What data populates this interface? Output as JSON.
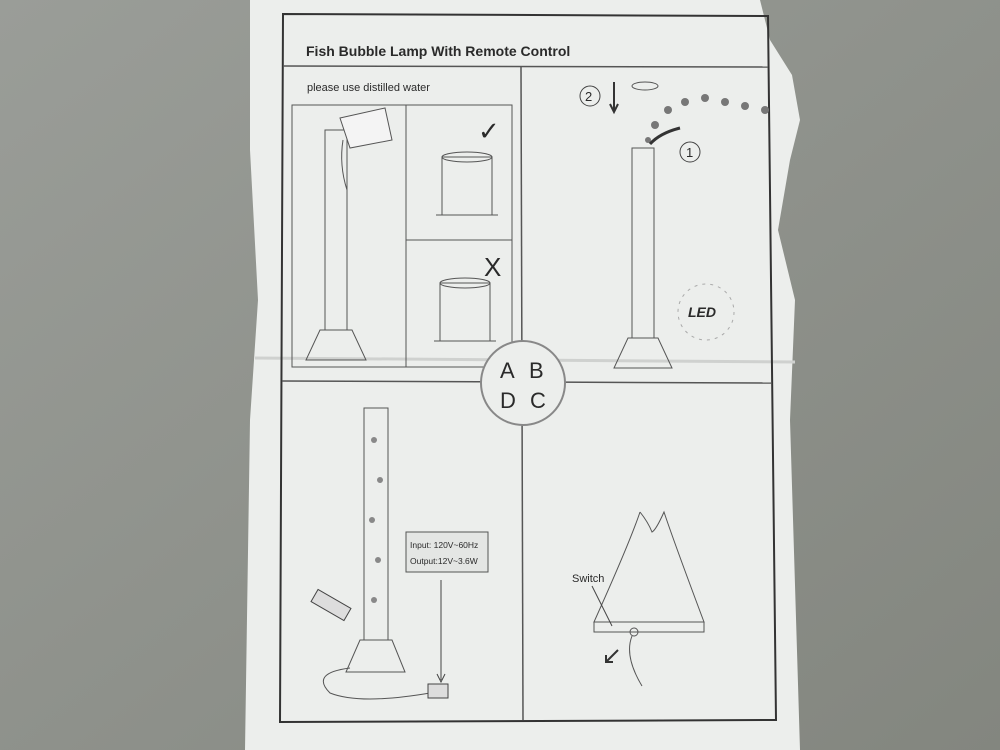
{
  "sheet": {
    "title": "Fish Bubble Lamp With Remote Control",
    "panel_a": {
      "instruction": "please use distilled water",
      "correct_mark": "✓",
      "wrong_mark": "X"
    },
    "panel_b": {
      "step_1": "1",
      "step_2": "2",
      "led_label": "LED"
    },
    "panel_labels": {
      "a": "A",
      "b": "B",
      "c": "C",
      "d": "D"
    },
    "panel_d": {
      "input_spec": "Input: 120V~60Hz",
      "output_spec": "Output:12V~3.6W"
    },
    "panel_c": {
      "switch_label": "Switch"
    }
  },
  "colors": {
    "background": "#8e918c",
    "paper": "#eceeec",
    "ink": "#2a2a2a"
  }
}
